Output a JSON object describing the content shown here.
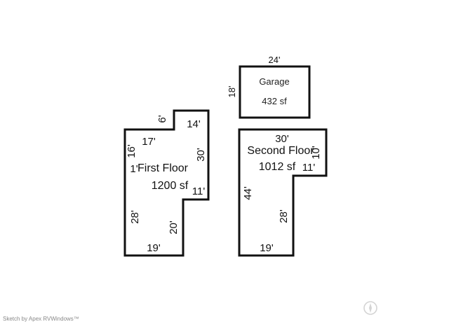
{
  "garage": {
    "name": "Garage",
    "area": "432 sf",
    "top": "24'",
    "left": "18'"
  },
  "first_floor": {
    "name": "First Floor",
    "area": "1200 sf",
    "dims": {
      "notch_v": "6'",
      "top": "14'",
      "upper_left": "17'",
      "left_upper": "16'",
      "left_tick": "1'",
      "right_upper": "30'",
      "right_step": "11'",
      "lower_left": "28'",
      "lower_right": "20'",
      "bottom": "19'"
    }
  },
  "second_floor": {
    "name": "Second Floor",
    "area": "1012 sf",
    "dims": {
      "top": "30'",
      "right_small": "10'",
      "step": "11'",
      "left": "44'",
      "right_lower": "28'",
      "bottom": "19'"
    }
  },
  "footer": {
    "credit": "Sketch by Apex RVWindows™"
  },
  "icons": {
    "watermark": "compass-icon"
  }
}
